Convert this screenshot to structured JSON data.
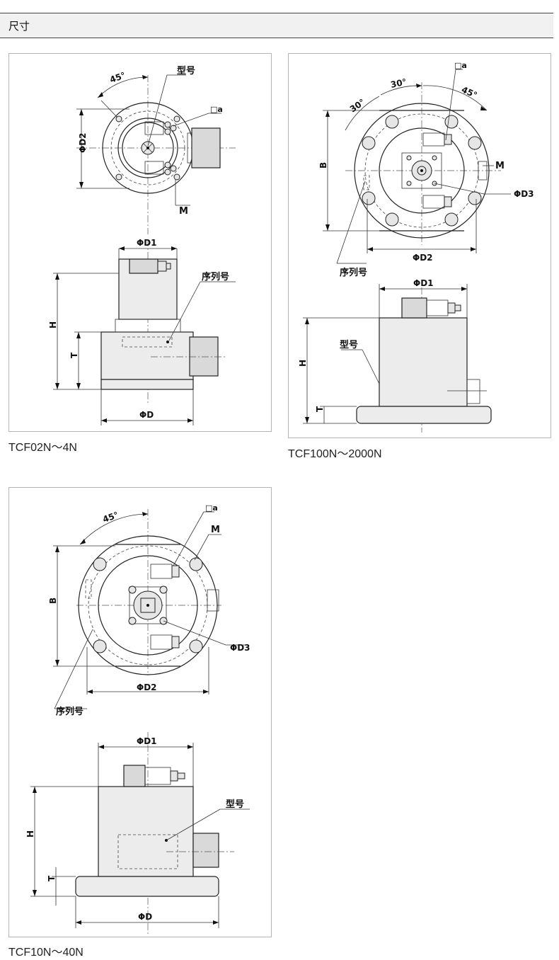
{
  "section": {
    "title": "尺寸"
  },
  "captions": {
    "tcf02": "TCF02N～4N",
    "tcf100": "TCF100N～2000N",
    "tcf10": "TCF10N～40N"
  },
  "labels": {
    "model": "型号",
    "serial": "序列号",
    "sq_a": "□a",
    "m": "M",
    "d": "ΦD",
    "d1": "ΦD1",
    "d2": "ΦD2",
    "d3": "ΦD3",
    "h": "H",
    "t": "T",
    "b": "B",
    "angle45": "45°",
    "angle30": "30°"
  }
}
